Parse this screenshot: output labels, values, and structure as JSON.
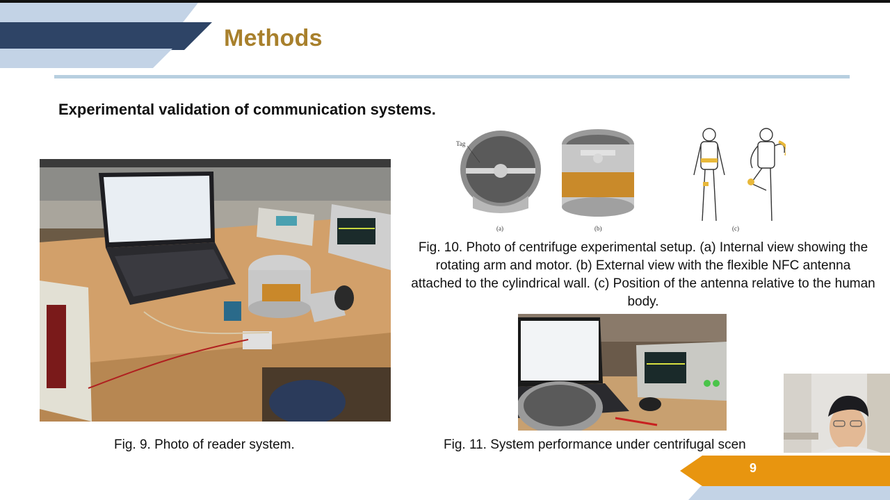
{
  "slide": {
    "title": "Methods",
    "subtitle": "Experimental validation of communication systems.",
    "page_number": "9"
  },
  "fig9": {
    "caption": "Fig. 9. Photo of reader system."
  },
  "fig10": {
    "sub_labels": [
      "(a)",
      "(b)",
      "(c)"
    ],
    "tag_label": "Tag",
    "caption": "Fig. 10. Photo of centrifuge experimental setup. (a) Internal view showing the rotating arm and motor. (b) External view with the flexible NFC antenna attached to the cylindrical wall. (c) Position of the antenna relative to the human body."
  },
  "fig11": {
    "caption": "Fig. 11. System performance under centrifugal scen"
  },
  "colors": {
    "title": "#a8802c",
    "navy": "#2e4466",
    "light_blue": "#c3d3e6",
    "orange": "#e8950f",
    "rule": "#b7cfe0"
  }
}
